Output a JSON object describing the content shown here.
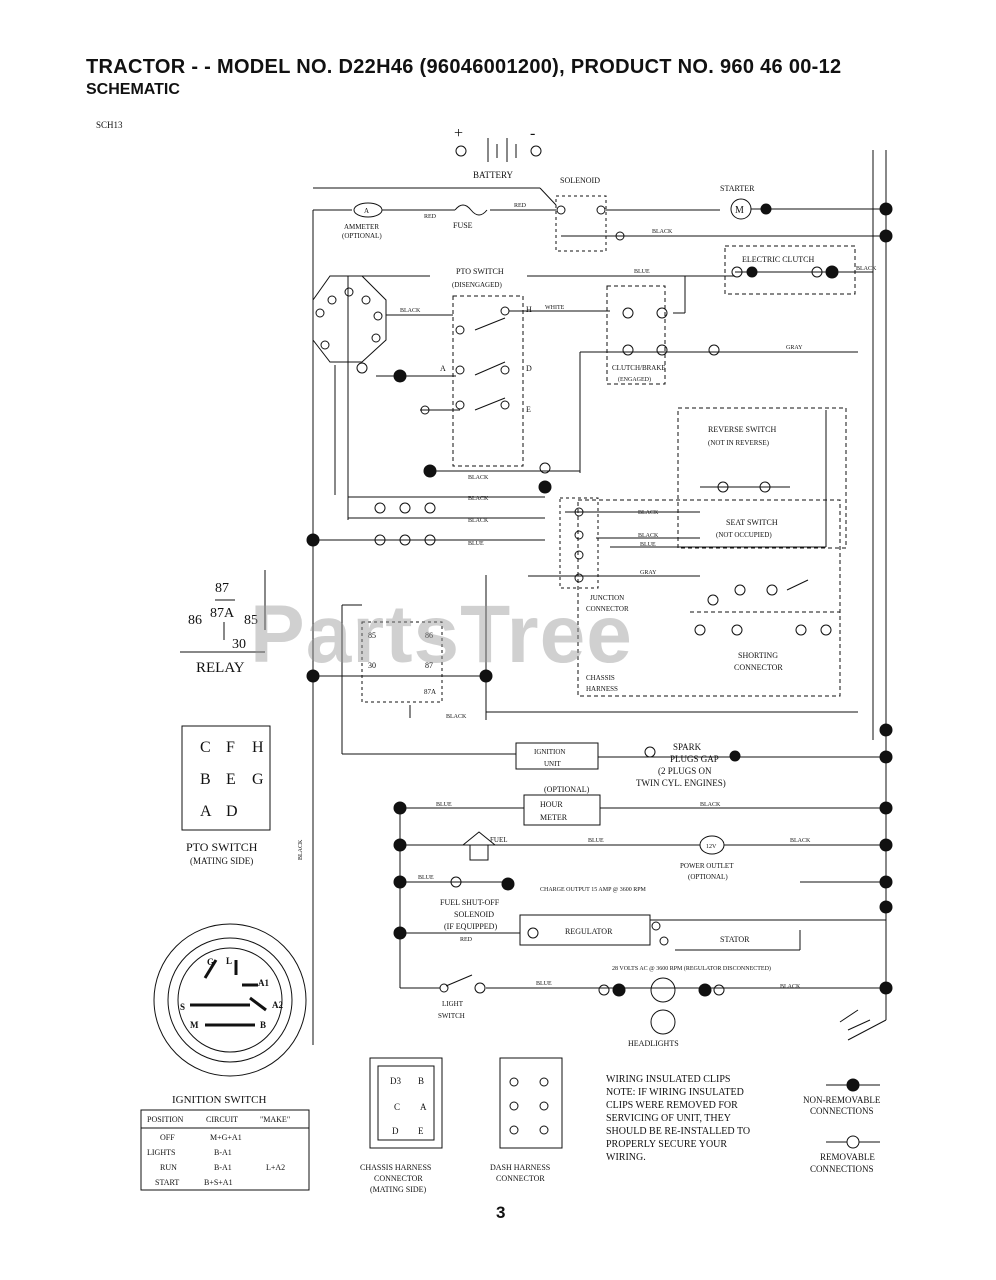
{
  "header": {
    "title": "TRACTOR - - MODEL NO. D22H46 (96046001200), PRODUCT NO. 960 46 00-12",
    "subtitle": "SCHEMATIC",
    "code": "SCH13",
    "page_number": "3"
  },
  "watermark": "PartsTree",
  "labels": {
    "battery": "BATTERY",
    "solenoid": "SOLENOID",
    "starter": "STARTER",
    "ammeter": "AMMETER",
    "ammeter_opt": "(OPTIONAL)",
    "fuse": "FUSE",
    "red": "RED",
    "black": "BLACK",
    "white": "WHITE",
    "blue": "BLUE",
    "gray": "GRAY",
    "pto_switch": "PTO SWITCH",
    "pto_disengaged": "(DISENGAGED)",
    "electric_clutch": "ELECTRIC CLUTCH",
    "clutch_brake": "CLUTCH/BRAKE",
    "clutch_brake_state": "(ENGAGED)",
    "reverse_switch": "REVERSE SWITCH",
    "reverse_state": "(NOT IN REVERSE)",
    "seat_switch": "SEAT SWITCH",
    "seat_state": "(NOT OCCUPIED)",
    "junction": "JUNCTION",
    "junction2": "CONNECTOR",
    "shorting": "SHORTING",
    "shorting2": "CONNECTOR",
    "chassis": "CHASSIS",
    "harness": "HARNESS",
    "relay": "RELAY",
    "r87": "87",
    "r87a": "87A",
    "r86": "86",
    "r85": "85",
    "r30": "30",
    "pto_switch_mating": "PTO SWITCH",
    "mating_side": "(MATING SIDE)",
    "ignition_unit": "IGNITION",
    "ignition_unit2": "UNIT",
    "spark": "SPARK",
    "spark2": "PLUGS GAP",
    "spark3": "(2 PLUGS ON",
    "spark4": "TWIN CYL. ENGINES)",
    "hour_opt": "(OPTIONAL)",
    "hour": "HOUR",
    "hour2": "METER",
    "power_outlet": "POWER OUTLET",
    "power_opt": "(OPTIONAL)",
    "v12": "12V",
    "fuel": "FUEL",
    "fuel_shutoff": "FUEL SHUT-OFF",
    "solenoid2": "SOLENOID",
    "if_equipped": "(IF EQUIPPED)",
    "regulator": "REGULATOR",
    "stator": "STATOR",
    "charge_note": "CHARGE OUTPUT 15 AMP @ 3600 RPM",
    "ac_note": "28 VOLTS AC @ 3600 RPM (REGULATOR DISCONNECTED)",
    "light_switch": "LIGHT",
    "light_switch2": "SWITCH",
    "headlights": "HEADLIGHTS",
    "ignition_switch": "IGNITION SWITCH",
    "chassis_conn": "CHASSIS HARNESS",
    "chassis_conn2": "CONNECTOR",
    "chassis_conn3": "(MATING SIDE)",
    "dash_conn": "DASH HARNESS",
    "dash_conn2": "CONNECTOR",
    "wiring_clips": "WIRING INSULATED CLIPS",
    "note1": "NOTE: IF WIRING INSULATED",
    "note2": "CLIPS WERE REMOVED FOR",
    "note3": "SERVICING OF UNIT, THEY",
    "note4": "SHOULD BE RE-INSTALLED TO",
    "note5": "PROPERLY SECURE YOUR",
    "note6": "WIRING.",
    "nonremovable": "NON-REMOVABLE",
    "nonremovable2": "CONNECTIONS",
    "removable": "REMOVABLE",
    "removable2": "CONNECTIONS"
  },
  "pto_cells": [
    "C",
    "F",
    "H",
    "B",
    "E",
    "G",
    "A",
    "D"
  ],
  "ignition_table": {
    "headers": [
      "POSITION",
      "CIRCUIT",
      "\"MAKE\""
    ],
    "rows": [
      [
        "OFF",
        "M+G+A1",
        ""
      ],
      [
        "LIGHTS",
        "B-A1",
        ""
      ],
      [
        "RUN",
        "B-A1",
        "L+A2"
      ],
      [
        "START",
        "B+S+A1",
        ""
      ]
    ]
  }
}
